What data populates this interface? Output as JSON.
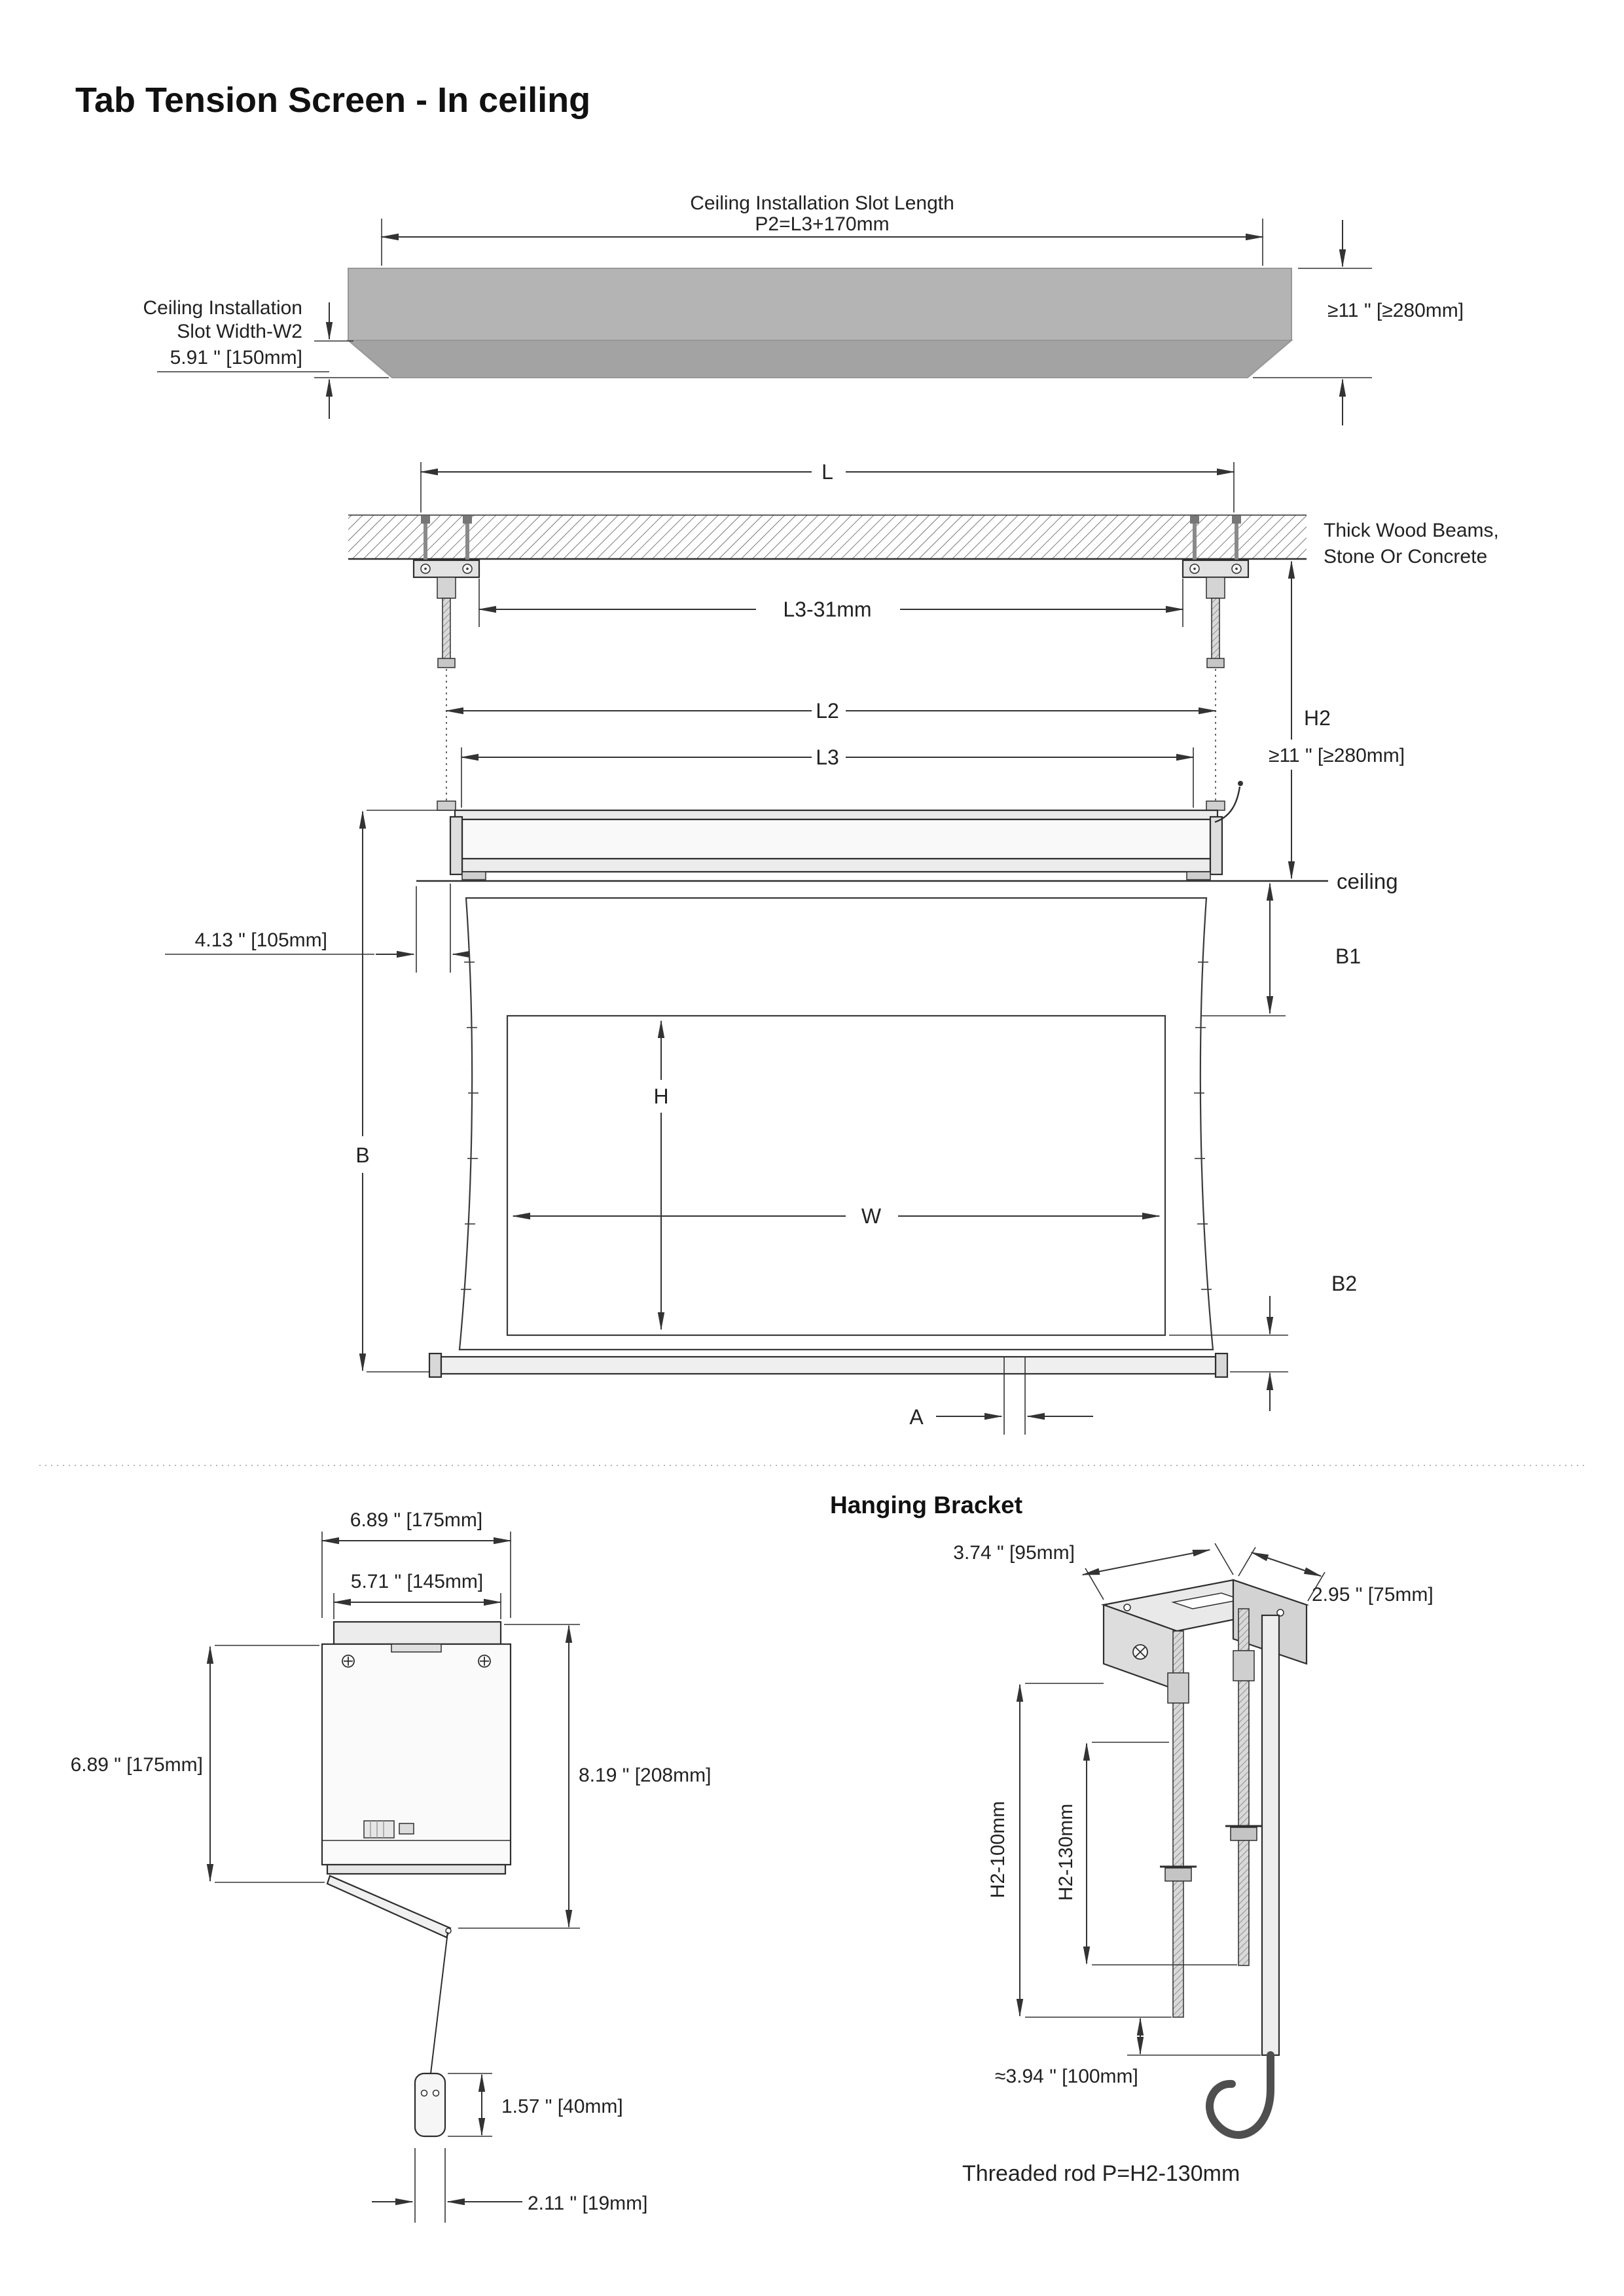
{
  "title": "Tab Tension Screen - In ceiling",
  "top_view": {
    "slot_length_line1": "Ceiling Installation Slot Length",
    "slot_length_line2": "P2=L3+170mm",
    "slot_width_line1": "Ceiling Installation",
    "slot_width_line2": "Slot Width-W2",
    "slot_width_value": "5.91 \" [150mm]",
    "depth_value": "≥11 \" [≥280mm]"
  },
  "front_view": {
    "dim_l": "L",
    "beams_line1": "Thick Wood Beams,",
    "beams_line2": "Stone Or Concrete",
    "dim_l3_offset": "L3-31mm",
    "dim_l2": "L2",
    "dim_l3": "L3",
    "dim_h2": "H2",
    "dim_h2_value": "≥11 \" [≥280mm]",
    "ceiling": "ceiling",
    "offset_value": "4.13 \" [105mm]",
    "dim_b1": "B1",
    "dim_h": "H",
    "dim_w": "W",
    "dim_b": "B",
    "dim_b2": "B2",
    "dim_a": "A"
  },
  "side_view": {
    "width_outer": "6.89 \" [175mm]",
    "width_inner": "5.71 \" [145mm]",
    "height_body": "6.89 \" [175mm]",
    "height_total": "8.19 \" [208mm]",
    "weight_height": "1.57 \" [40mm]",
    "weight_width": "2.11 \" [19mm]"
  },
  "bracket_view": {
    "title": "Hanging Bracket",
    "dim_depth": "3.74 \" [95mm]",
    "dim_width": "2.95 \" [75mm]",
    "dim_rod_long": "H2-100mm",
    "dim_rod_short": "H2-130mm",
    "dim_hook": "≈3.94 \" [100mm]",
    "rod_note": "Threaded rod P=H2-130mm"
  }
}
